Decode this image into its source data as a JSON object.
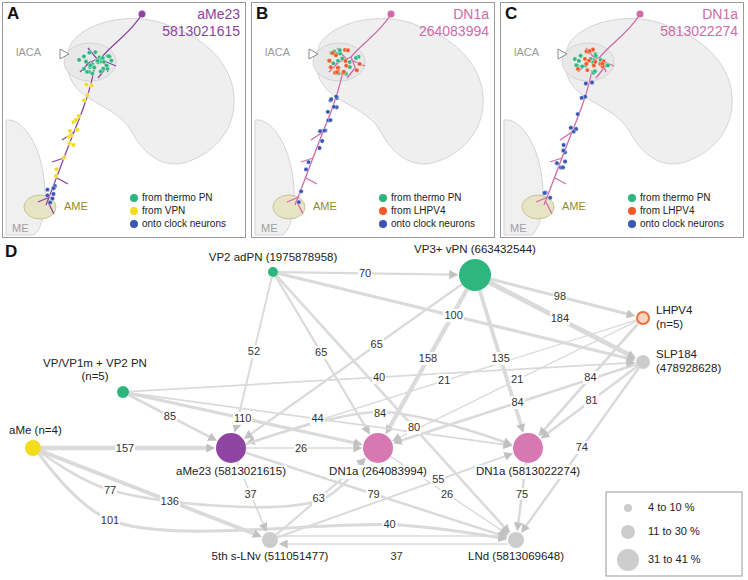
{
  "diagram": {
    "nodes": [
      {
        "text": [
          "VP2 adPN (1975878958)"
        ]
      },
      {
        "text": [
          "VP3+ vPN (663432544)"
        ]
      },
      {
        "text": [
          "LHPV4 (n=5)"
        ]
      },
      {
        "text": [
          "SLP184 (478928628)"
        ]
      },
      {
        "text": [
          "VP/VP1m + VP2 PN (n=5)"
        ]
      },
      {
        "text": [
          "aMe (n=4)"
        ]
      },
      {
        "text": [
          "aMe23 (5813021615)"
        ]
      },
      {
        "text": [
          "DN1a (264083994)"
        ]
      },
      {
        "text": [
          "DN1a (5813022274)"
        ]
      },
      {
        "text": [
          "5th s-LNv (511051477)"
        ]
      },
      {
        "text": [
          "LNd (5813069648)"
        ]
      }
    ],
    "edges": [
      {
        "from": 0,
        "to": 1,
        "arrow": "to",
        "label": "70"
      },
      {
        "from": 0,
        "to": 6,
        "arrow": "to",
        "label": "52"
      },
      {
        "from": 0,
        "to": 7,
        "arrow": "to",
        "label": "65"
      },
      {
        "from": 0,
        "to": 10,
        "arrow": "to",
        "label": "80"
      },
      {
        "from": 0,
        "to": 3,
        "arrow": "to",
        "label": "100"
      },
      {
        "from": 1,
        "to": 6,
        "arrow": "to",
        "label": "65"
      },
      {
        "from": 1,
        "to": 7,
        "arrow": "to",
        "label": "158"
      },
      {
        "from": 1,
        "to": 8,
        "arrow": "to",
        "label": "135"
      },
      {
        "from": 1,
        "to": 2,
        "arrow": "to",
        "label": "98"
      },
      {
        "from": 1,
        "to": 3,
        "arrow": "to",
        "label": "184"
      },
      {
        "from": 2,
        "to": 6,
        "arrow": "to",
        "label": "21"
      },
      {
        "from": 2,
        "to": 7,
        "arrow": "to",
        "label": "21"
      },
      {
        "from": 2,
        "to": 8,
        "arrow": "to",
        "label": "84"
      },
      {
        "from": 3,
        "to": 7,
        "arrow": "to",
        "label": "84"
      },
      {
        "from": 3,
        "to": 8,
        "arrow": "to",
        "label": "81"
      },
      {
        "from": 3,
        "to": 10,
        "arrow": "to",
        "label": "74"
      },
      {
        "from": 4,
        "to": 6,
        "arrow": "to",
        "label": "85"
      },
      {
        "from": 4,
        "to": 7,
        "arrow": "to",
        "label": "110"
      },
      {
        "from": 4,
        "to": 8,
        "arrow": "to",
        "label": "44"
      },
      {
        "from": 4,
        "to": 3,
        "arrow": "to",
        "label": "40"
      },
      {
        "from": 5,
        "to": 6,
        "arrow": "to",
        "label": "157"
      },
      {
        "from": 5,
        "to": 7,
        "arrow": "to",
        "label": "77"
      },
      {
        "from": 5,
        "to": 10,
        "arrow": "to",
        "label": "101"
      },
      {
        "from": 5,
        "to": 9,
        "arrow": "to",
        "label": "136"
      },
      {
        "from": 6,
        "to": 9,
        "arrow": "to",
        "label": "37"
      },
      {
        "from": 6,
        "to": 7,
        "arrow": "to",
        "label": "26"
      },
      {
        "from": 6,
        "to": 8,
        "arrow": "to",
        "label": "84"
      },
      {
        "from": 6,
        "to": 10,
        "arrow": "to",
        "label": "79"
      },
      {
        "from": 7,
        "to": 10,
        "arrow": "to",
        "label": "26"
      },
      {
        "from": 8,
        "to": 10,
        "arrow": "to",
        "label": "75"
      },
      {
        "from": 9,
        "to": 7,
        "arrow": "to",
        "label": "63"
      },
      {
        "from": 9,
        "to": 8,
        "arrow": "to",
        "label": "55"
      },
      {
        "from": 9,
        "to": 10,
        "arrow": "to",
        "label": "40"
      },
      {
        "from": 10,
        "to": 9,
        "arrow": "to",
        "label": "37"
      }
    ],
    "labels": [
      "A",
      "aMe23 5813021615",
      "lACA",
      "AME",
      "ME",
      "B",
      "DN1a 264083994",
      "lACA",
      "AME",
      "ME",
      "C",
      "DN1a 5813022274",
      "lACA",
      "AME",
      "ME",
      "D"
    ],
    "legend": [
      {
        "text": "from thermo PN",
        "color": "#2db67e"
      },
      {
        "text": "from VPN",
        "color": "#f2dc1b"
      },
      {
        "text": "onto clock neurons",
        "color": "#3b55b5"
      },
      {
        "text": "from thermo PN",
        "color": "#2db67e"
      },
      {
        "text": "from LHPV4",
        "color": "#f05a28"
      },
      {
        "text": "onto clock neurons",
        "color": "#3b55b5"
      },
      {
        "text": "from thermo PN",
        "color": "#2db67e"
      },
      {
        "text": "from LHPV4",
        "color": "#f05a28"
      },
      {
        "text": "onto clock neurons",
        "color": "#3b55b5"
      },
      {
        "text": "4 to 10 %"
      },
      {
        "text": "11 to 30 %"
      },
      {
        "text": "31 to 41 %"
      }
    ]
  }
}
